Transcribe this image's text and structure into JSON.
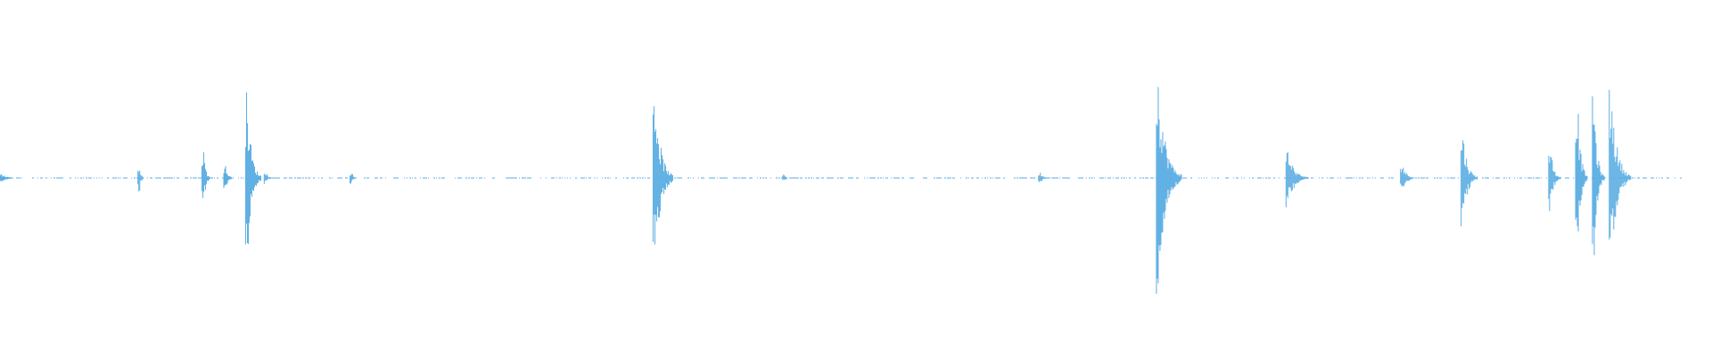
{
  "waveform": {
    "color": "#5aade3",
    "baseline_color": "#5aade3",
    "background": "#ffffff",
    "peaks": [
      {
        "t": 0.0,
        "up": 0.03,
        "down": 0.03,
        "decay": 0.012
      },
      {
        "t": 0.083,
        "up": 0.06,
        "down": 0.08,
        "decay": 0.003
      },
      {
        "t": 0.121,
        "up": 0.17,
        "down": 0.18,
        "decay": 0.004
      },
      {
        "t": 0.134,
        "up": 0.07,
        "down": 0.08,
        "decay": 0.005
      },
      {
        "t": 0.147,
        "up": 0.49,
        "down": 0.49,
        "decay": 0.008
      },
      {
        "t": 0.158,
        "up": 0.04,
        "down": 0.04,
        "decay": 0.004
      },
      {
        "t": 0.209,
        "up": 0.04,
        "down": 0.04,
        "decay": 0.003
      },
      {
        "t": 0.389,
        "up": 0.56,
        "down": 0.57,
        "decay": 0.011
      },
      {
        "t": 0.466,
        "up": 0.02,
        "down": 0.02,
        "decay": 0.004
      },
      {
        "t": 0.618,
        "up": 0.03,
        "down": 0.03,
        "decay": 0.006
      },
      {
        "t": 0.688,
        "up": 0.64,
        "down": 0.65,
        "decay": 0.014
      },
      {
        "t": 0.765,
        "up": 0.17,
        "down": 0.17,
        "decay": 0.012
      },
      {
        "t": 0.833,
        "up": 0.09,
        "down": 0.09,
        "decay": 0.008
      },
      {
        "t": 0.869,
        "up": 0.27,
        "down": 0.28,
        "decay": 0.009
      },
      {
        "t": 0.921,
        "up": 0.2,
        "down": 0.2,
        "decay": 0.006
      },
      {
        "t": 0.937,
        "up": 0.5,
        "down": 0.51,
        "decay": 0.006
      },
      {
        "t": 0.947,
        "up": 0.46,
        "down": 0.49,
        "decay": 0.006
      },
      {
        "t": 0.957,
        "up": 0.52,
        "down": 0.52,
        "decay": 0.012
      }
    ]
  }
}
